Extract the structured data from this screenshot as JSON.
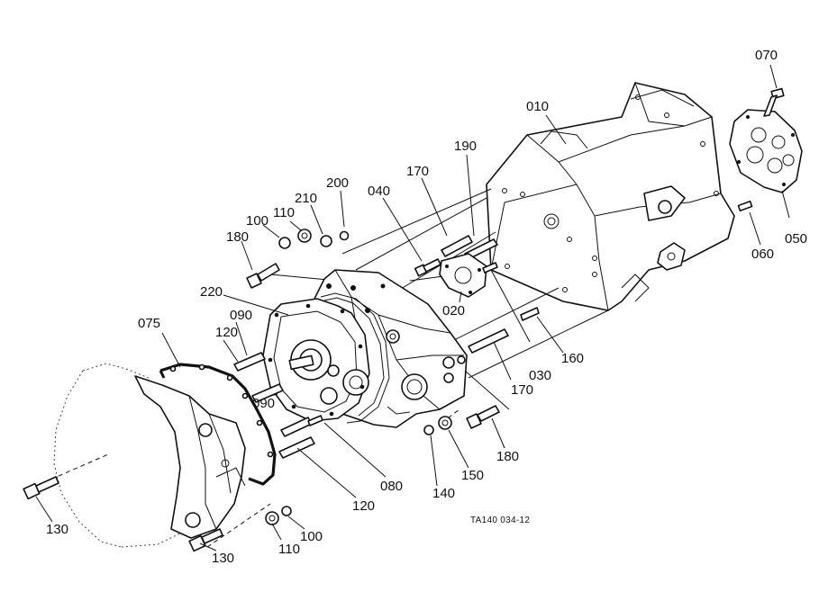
{
  "figure_code": "TA140 034-12",
  "callouts": [
    {
      "id": "c010",
      "text": "010"
    },
    {
      "id": "c070",
      "text": "070"
    },
    {
      "id": "c190",
      "text": "190"
    },
    {
      "id": "c170a",
      "text": "170"
    },
    {
      "id": "c200",
      "text": "200"
    },
    {
      "id": "c040",
      "text": "040"
    },
    {
      "id": "c210",
      "text": "210"
    },
    {
      "id": "c110a",
      "text": "110"
    },
    {
      "id": "c100a",
      "text": "100"
    },
    {
      "id": "c180a",
      "text": "180"
    },
    {
      "id": "c050",
      "text": "050"
    },
    {
      "id": "c060",
      "text": "060"
    },
    {
      "id": "c220",
      "text": "220"
    },
    {
      "id": "c020",
      "text": "020"
    },
    {
      "id": "c075",
      "text": "075"
    },
    {
      "id": "c090a",
      "text": "090"
    },
    {
      "id": "c120a",
      "text": "120"
    },
    {
      "id": "c160",
      "text": "160"
    },
    {
      "id": "c030",
      "text": "030"
    },
    {
      "id": "c170b",
      "text": "170"
    },
    {
      "id": "c090b",
      "text": "090"
    },
    {
      "id": "c180b",
      "text": "180"
    },
    {
      "id": "c150",
      "text": "150"
    },
    {
      "id": "c080",
      "text": "080"
    },
    {
      "id": "c140",
      "text": "140"
    },
    {
      "id": "c120b",
      "text": "120"
    },
    {
      "id": "c130a",
      "text": "130"
    },
    {
      "id": "c110b",
      "text": "110"
    },
    {
      "id": "c100b",
      "text": "100"
    },
    {
      "id": "c130b",
      "text": "130"
    }
  ]
}
